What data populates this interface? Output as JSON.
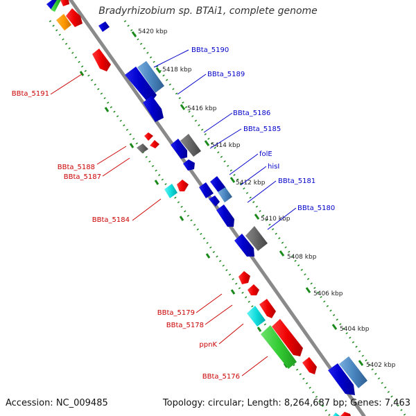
{
  "title": "Bradyrhizobium sp. BTAi1, complete genome",
  "footer": {
    "accession": "Accession: NC_009485",
    "topology": "Topology: circular; Length: 8,264,687 bp; Genes: 7,463"
  },
  "colors": {
    "backbone": "#8a8a8a",
    "ticks": "#1a8a1a",
    "right_label": "#0000cc",
    "left_label": "#cc0000"
  },
  "kbp_ticks": [
    "5420 kbp",
    "5418 kbp",
    "5416 kbp",
    "5414 kbp",
    "5412 kbp",
    "5410 kbp",
    "5408 kbp",
    "5406 kbp",
    "5404 kbp",
    "5402 kbp"
  ],
  "right_labels": [
    "BBta_5190",
    "BBta_5189",
    "BBta_5186",
    "BBta_5185",
    "folE",
    "hisI",
    "BBta_5181",
    "BBta_5180"
  ],
  "left_labels": [
    "BBta_5191",
    "BBta_5188",
    "BBta_5187",
    "BBta_5184",
    "BBta_5179",
    "BBta_5178",
    "ppnK",
    "BBta_5176"
  ]
}
